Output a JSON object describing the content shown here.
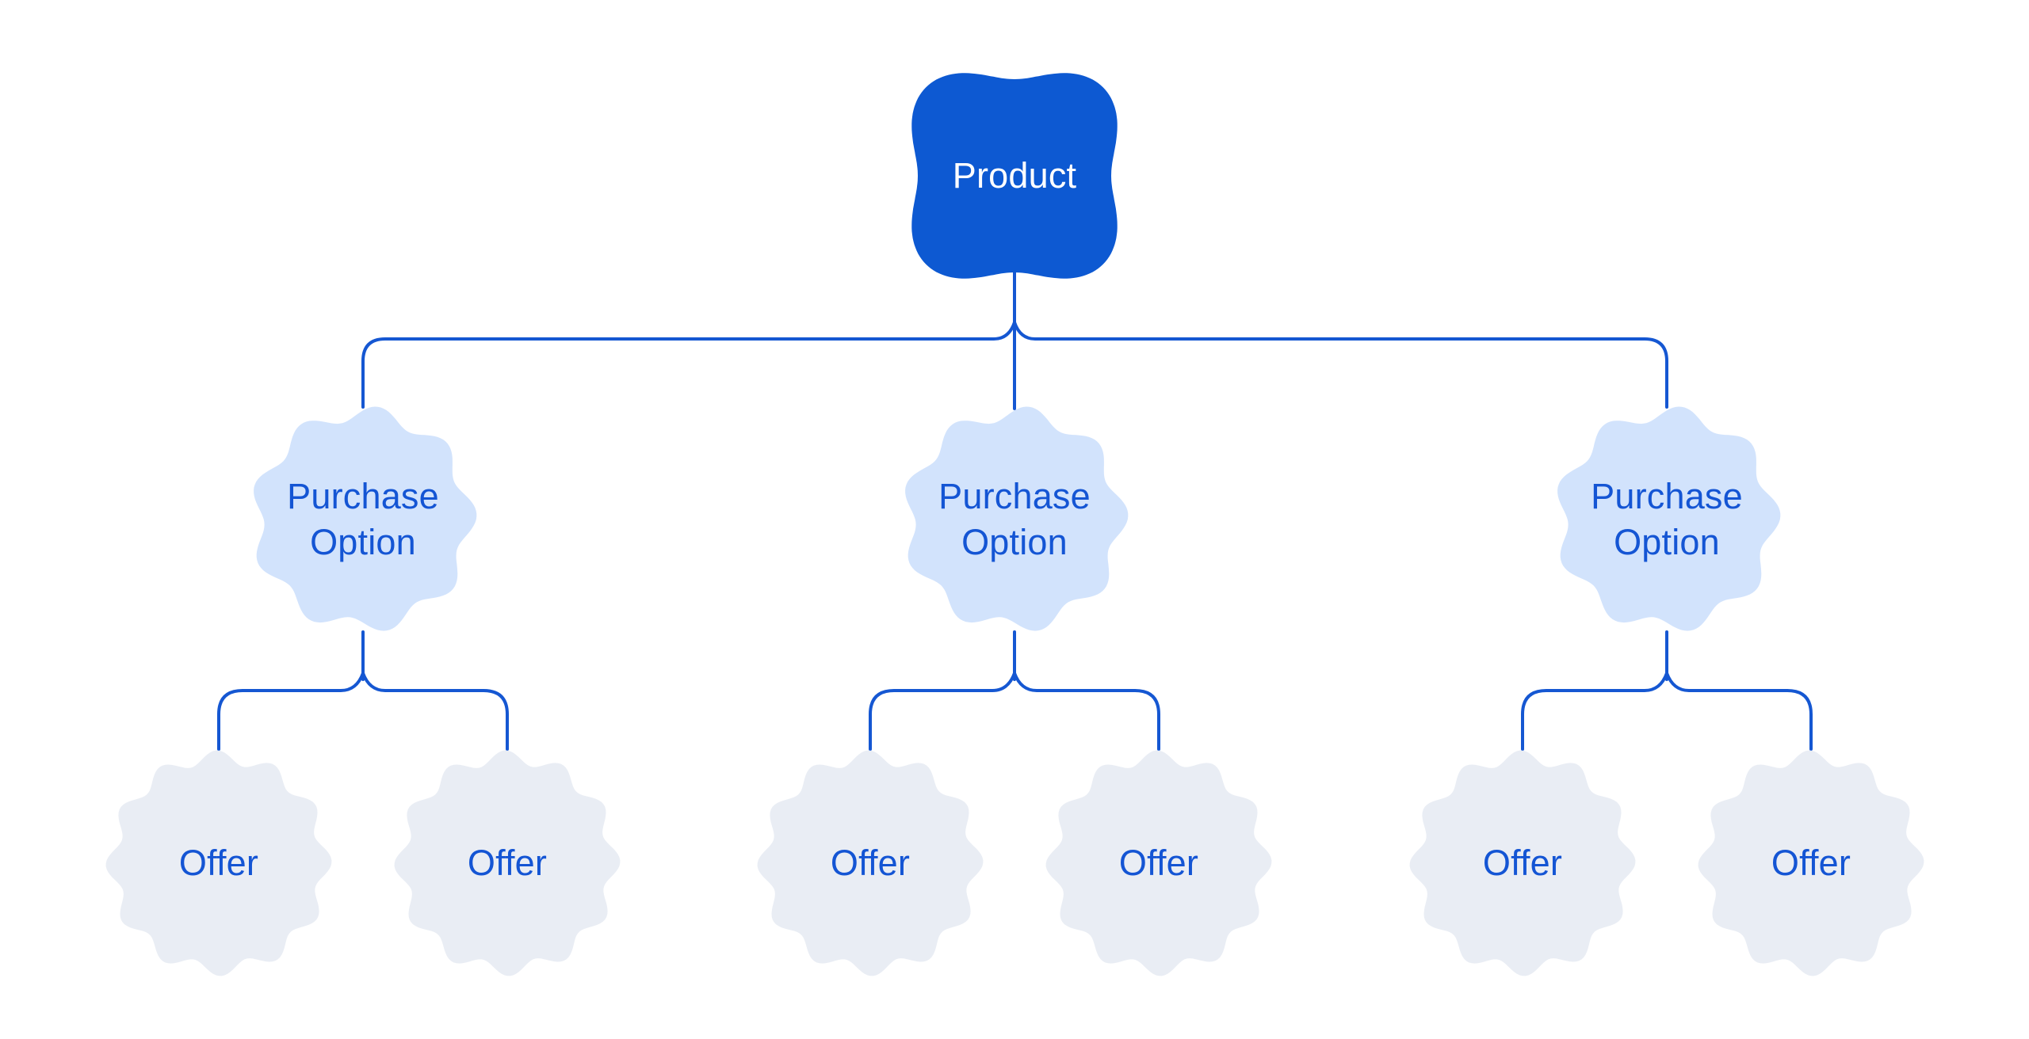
{
  "diagram": {
    "product": {
      "label": "Product"
    },
    "purchase_options": [
      {
        "label": "Purchase Option",
        "offers": [
          {
            "label": "Offer"
          },
          {
            "label": "Offer"
          }
        ]
      },
      {
        "label": "Purchase Option",
        "offers": [
          {
            "label": "Offer"
          },
          {
            "label": "Offer"
          }
        ]
      },
      {
        "label": "Purchase Option",
        "offers": [
          {
            "label": "Offer"
          },
          {
            "label": "Offer"
          }
        ]
      }
    ],
    "colors": {
      "background": "#ffffff",
      "product_fill": "#0d59d2",
      "product_text": "#ffffff",
      "purchase_option_fill": "#d2e3fc",
      "offer_fill": "#e9edf4",
      "label_text": "#1455d4",
      "connector": "#1557d2"
    }
  }
}
